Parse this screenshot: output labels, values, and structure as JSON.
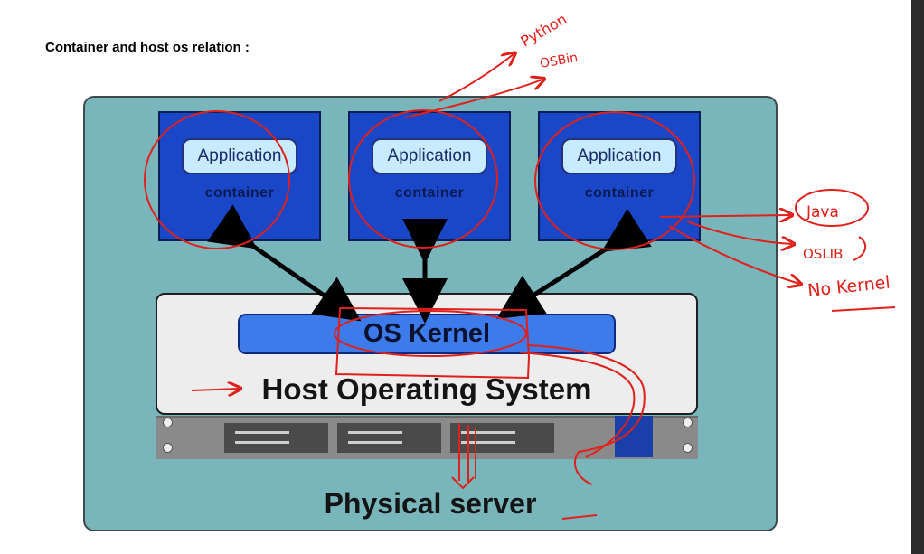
{
  "heading": "Container and host os relation :",
  "containers": [
    {
      "app_label": "Application",
      "container_label": "container"
    },
    {
      "app_label": "Application",
      "container_label": "container"
    },
    {
      "app_label": "Application",
      "container_label": "container"
    }
  ],
  "kernel_label": "OS Kernel",
  "host_label": "Host Operating System",
  "physical_label": "Physical server",
  "annotations": {
    "python": "Python",
    "osbin": "OSBin",
    "java": "Java",
    "oslib": "OSLIB",
    "no_kernel": "No Kernel"
  },
  "colors": {
    "diagram_bg": "#79b6bb",
    "container_fill": "#1a47c8",
    "kernel_fill": "#3d7bea",
    "annotation_ink": "#e0201a"
  }
}
